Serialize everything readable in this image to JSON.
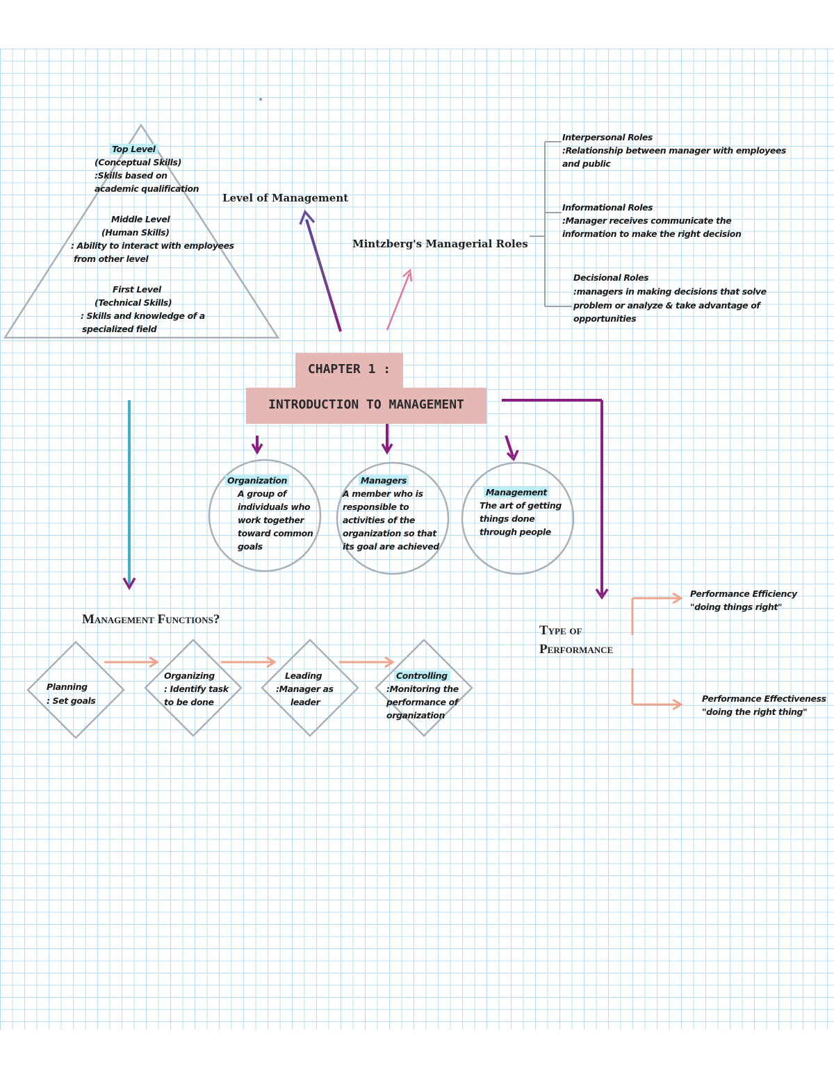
{
  "chapter": {
    "line1": "CHAPTER 1 :",
    "line2": "INTRODUCTION TO MANAGEMENT"
  },
  "level_of_management": {
    "label": "Level of Management",
    "top": {
      "title": "Top Level",
      "sub": "(Conceptual Skills)",
      "desc1": ":Skills based on",
      "desc2": "academic qualification"
    },
    "middle": {
      "title": "Middle Level",
      "sub": "(Human Skills)",
      "desc1": ": Ability to interact with employees",
      "desc2": "from other level"
    },
    "first": {
      "title": "First Level",
      "sub": "(Technical Skills)",
      "desc1": ": Skills and knowledge of a",
      "desc2": "specialized field"
    }
  },
  "mintzberg": {
    "label": "Mintzberg's Managerial Roles",
    "interpersonal": {
      "title": "Interpersonal Roles",
      "line1": ":Relationship between manager with employees",
      "line2": "and public"
    },
    "informational": {
      "title": "Informational Roles",
      "line1": ":Manager receives communicate the",
      "line2": "information to make the right decision"
    },
    "decisional": {
      "title": "Decisional Roles",
      "line1": ":managers in making decisions that solve",
      "line2": "problem or analyze & take advantage of",
      "line3": "opportunities"
    }
  },
  "concepts": {
    "organization": {
      "title": "Organization",
      "lines": [
        "A group of",
        "individuals who",
        "work together",
        "toward common",
        "goals"
      ]
    },
    "managers": {
      "title": "Managers",
      "lines": [
        "A member who is",
        "responsible to",
        "activities of the",
        "organization so that",
        "its goal are achieved"
      ]
    },
    "management": {
      "title": "Management",
      "lines": [
        "The art of getting",
        "things done",
        "through people"
      ]
    }
  },
  "functions": {
    "label": "Management Functions?",
    "planning": {
      "title": "Planning",
      "line1": ": Set goals"
    },
    "organizing": {
      "title": "Organizing",
      "line1": ": Identify task",
      "line2": "to be done"
    },
    "leading": {
      "title": "Leading",
      "line1": ":Manager as",
      "line2": "leader"
    },
    "controlling": {
      "title": "Controlling",
      "line1": ":Monitoring the",
      "line2": "performance of",
      "line3": "organization"
    }
  },
  "performance": {
    "label1": "Type of",
    "label2": "Performance",
    "efficiency": {
      "title": "Performance Efficiency",
      "quote": "\"doing things right\""
    },
    "effectiveness": {
      "title": "Performance Effectiveness",
      "quote": "\"doing the right thing\""
    }
  },
  "colors": {
    "purple": "#8b1f7f",
    "teal": "#3db3c9",
    "pink": "#e07a9b",
    "salmon": "#eda48f",
    "gray_shape": "#9fa9b1",
    "chapter_box": "#e6b8b5",
    "highlight": "#bdeef6"
  }
}
